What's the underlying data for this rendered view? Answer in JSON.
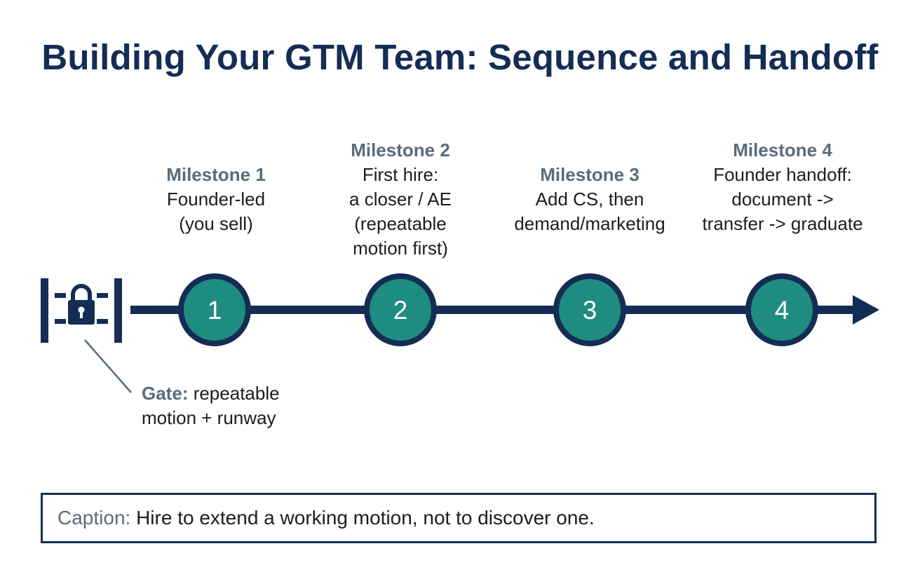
{
  "title": "Building Your GTM Team: Sequence and Handoff",
  "milestones": [
    {
      "heading": "Milestone 1",
      "lines": [
        "Founder-led",
        "(you sell)"
      ],
      "number": "1"
    },
    {
      "heading": "Milestone 2",
      "lines": [
        "First hire:",
        "a closer / AE",
        "(repeatable",
        "motion first)"
      ],
      "number": "2"
    },
    {
      "heading": "Milestone 3",
      "lines": [
        "Add CS, then",
        "demand/marketing"
      ],
      "number": "3"
    },
    {
      "heading": "Milestone 4",
      "lines": [
        "Founder handoff:",
        "document ->",
        "transfer -> graduate"
      ],
      "number": "4"
    }
  ],
  "gate": {
    "key": "Gate:",
    "line1_rest": " repeatable",
    "line2": "motion + runway",
    "icon": "gate-lock-icon"
  },
  "caption": {
    "key": "Caption:",
    "text": " Hire to extend a working motion, not to discover one."
  },
  "colors": {
    "navy": "#142d55",
    "teal": "#1e8c80",
    "muted_heading": "#5b6b7b"
  }
}
